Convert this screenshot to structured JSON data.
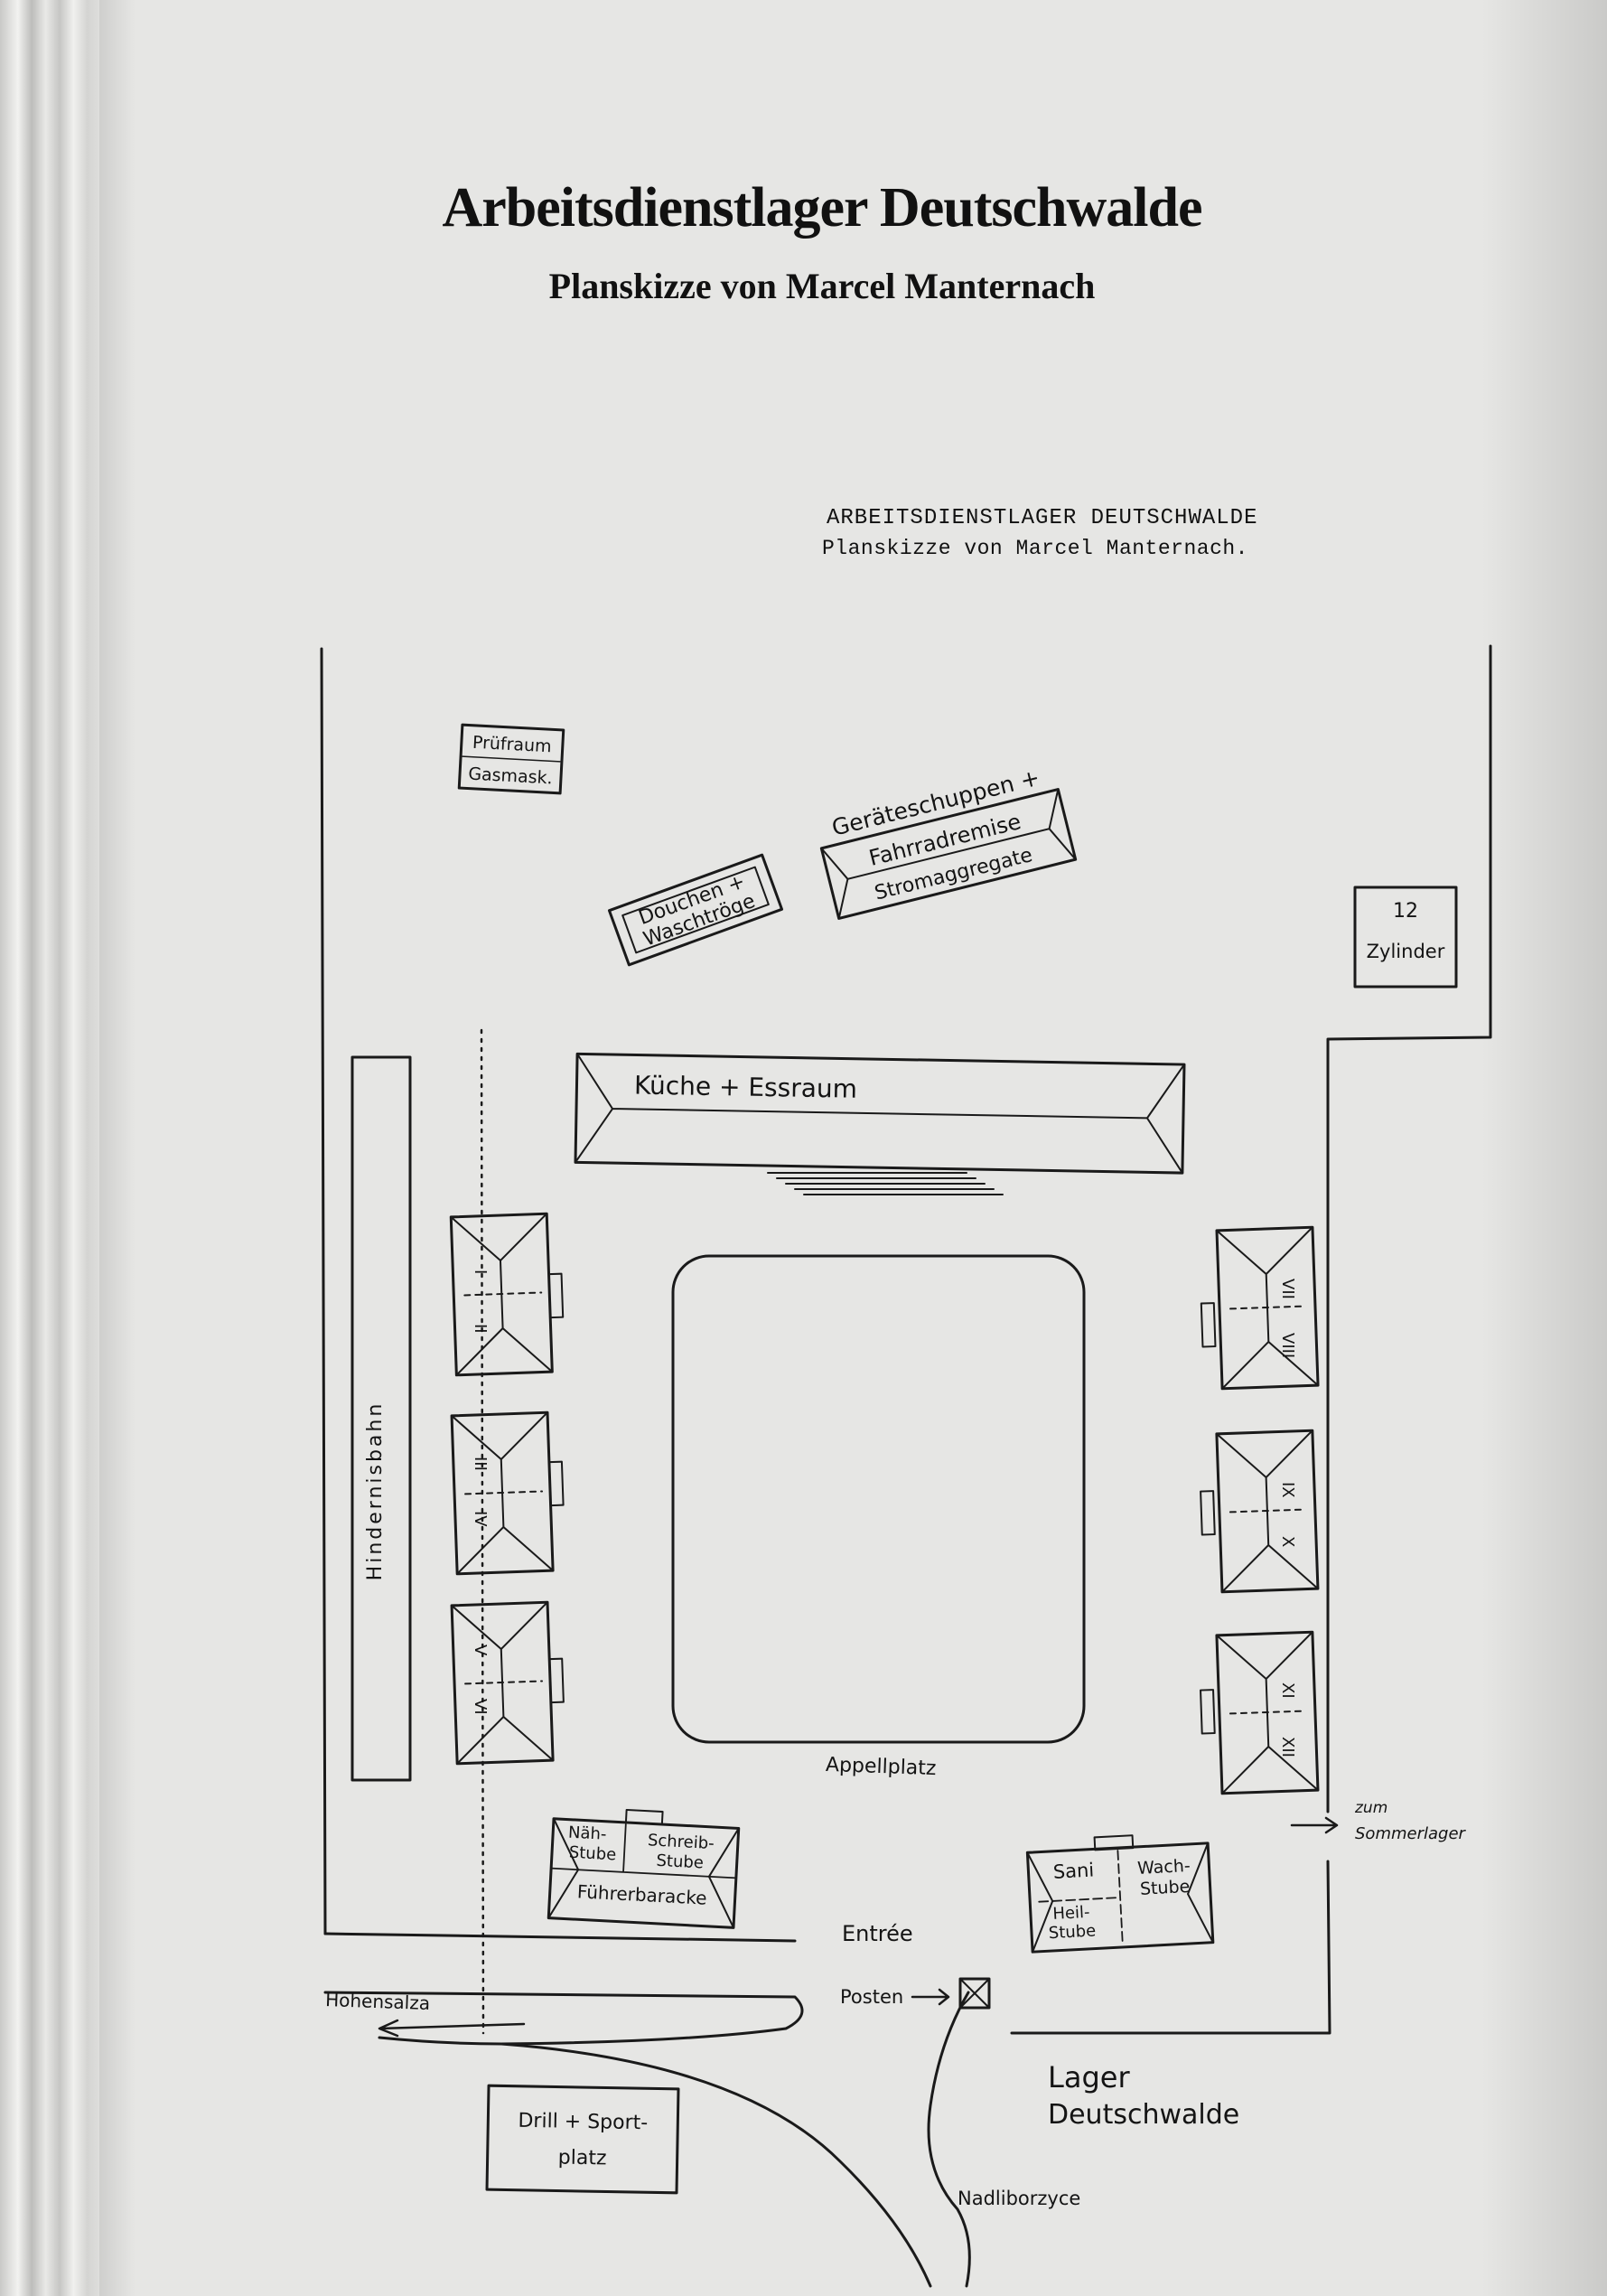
{
  "page": {
    "title": "Arbeitsdienstlager Deutschwalde",
    "subtitle": "Planskizze von Marcel Manternach"
  },
  "sketch": {
    "typed_title": "ARBEITSDIENSTLAGER DEUTSCHWALDE",
    "typed_subtitle": "Planskizze von Marcel Manternach.",
    "labels": {
      "pruefraum_1": "Prüfraum",
      "pruefraum_2": "Gasmask.",
      "douchen_1": "Douchen +",
      "douchen_2": "Waschtröge",
      "geraete_1": "Geräteschuppen +",
      "geraete_2": "Fahrradremise",
      "geraete_3": "Stromaggregate",
      "zylinder_1": "12",
      "zylinder_2": "Zylinder",
      "kueche": "Küche + Essraum",
      "hindernisbahn": "Hindernisbahn",
      "appellplatz": "Appellplatz",
      "naeh_1": "Näh-",
      "naeh_2": "Stube",
      "schreib_1": "Schreib-",
      "schreib_2": "Stube",
      "fuehrer": "Führerbaracke",
      "sani": "Sani",
      "wach_1": "Wach-",
      "wach_2": "Stube",
      "heil_1": "Heil-",
      "heil_2": "Stube",
      "entree": "Entrée",
      "posten": "Posten",
      "zum_1": "zum",
      "zum_2": "Sommerlager",
      "hohensalza": "Hohensalza",
      "lager_1": "Lager",
      "lager_2": "Deutschwalde",
      "drill_1": "Drill + Sport-",
      "drill_2": "platz",
      "nadli": "Nadliborzyce"
    },
    "barracks_left": [
      "I",
      "II",
      "III",
      "IV",
      "V",
      "VI"
    ],
    "barracks_right": [
      "VII",
      "VIII",
      "IX",
      "X",
      "XI",
      "XII"
    ]
  }
}
